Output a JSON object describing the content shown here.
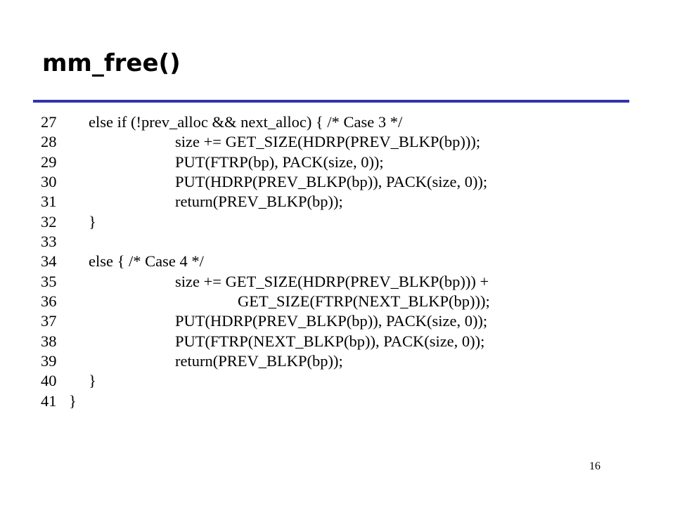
{
  "slide": {
    "title": "mm_free()",
    "rule_color": "#3333aa",
    "page_number": "16"
  },
  "code_lines": [
    {
      "num": "27",
      "indent": 1,
      "text": "else if (!prev_alloc && next_alloc) { /* Case 3 */"
    },
    {
      "num": "28",
      "indent": 2,
      "text": "size += GET_SIZE(HDRP(PREV_BLKP(bp)));"
    },
    {
      "num": "29",
      "indent": 2,
      "text": "PUT(FTRP(bp), PACK(size, 0));"
    },
    {
      "num": "30",
      "indent": 2,
      "text": "PUT(HDRP(PREV_BLKP(bp)), PACK(size, 0));"
    },
    {
      "num": "31",
      "indent": 2,
      "text": "return(PREV_BLKP(bp));"
    },
    {
      "num": "32",
      "indent": 1,
      "text": "}"
    },
    {
      "num": "33",
      "indent": 0,
      "text": ""
    },
    {
      "num": "34",
      "indent": 1,
      "text": "else { /* Case 4 */"
    },
    {
      "num": "35",
      "indent": 2,
      "text": "size += GET_SIZE(HDRP(PREV_BLKP(bp))) +"
    },
    {
      "num": "36",
      "indent": 3,
      "text": "GET_SIZE(FTRP(NEXT_BLKP(bp)));"
    },
    {
      "num": "37",
      "indent": 2,
      "text": "PUT(HDRP(PREV_BLKP(bp)), PACK(size, 0));"
    },
    {
      "num": "38",
      "indent": 2,
      "text": "PUT(FTRP(NEXT_BLKP(bp)), PACK(size, 0));"
    },
    {
      "num": "39",
      "indent": 2,
      "text": "return(PREV_BLKP(bp));"
    },
    {
      "num": "40",
      "indent": 1,
      "text": "}"
    },
    {
      "num": "41",
      "indent": 0,
      "text": "}"
    }
  ]
}
